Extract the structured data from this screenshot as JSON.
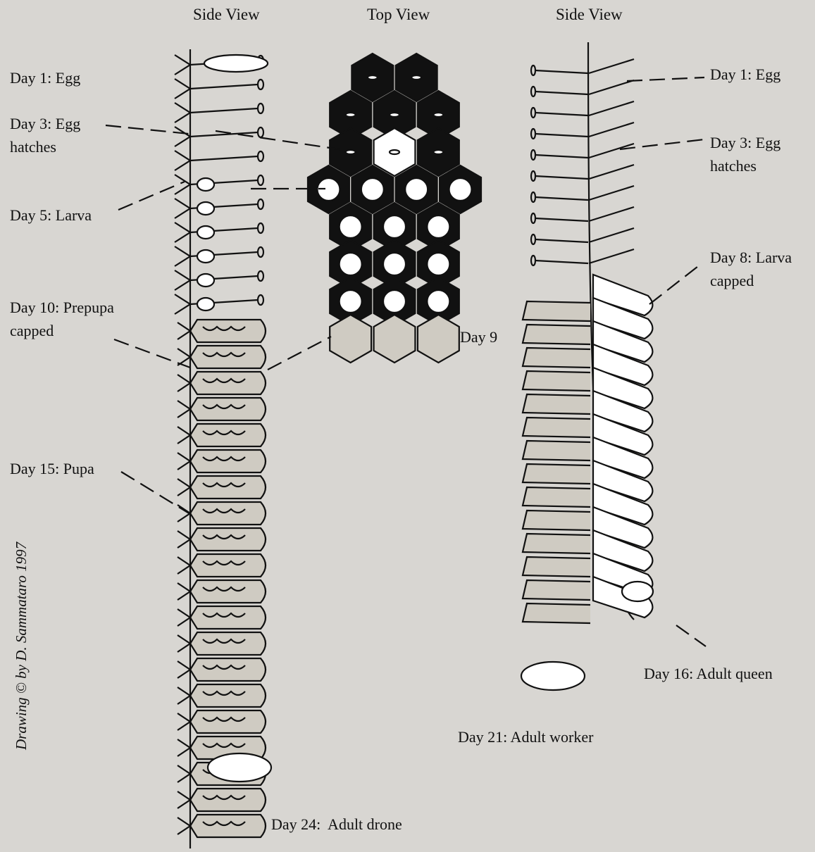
{
  "headers": {
    "side_view_left": "Side View",
    "top_view": "Top View",
    "side_view_right": "Side View"
  },
  "drone_labels": {
    "egg": "Day 1: Egg",
    "hatch_1": "Day 3: Egg",
    "hatch_2": "hatches",
    "larva": "Day 5: Larva",
    "prepupa_1": "Day 10: Prepupa",
    "prepupa_2": "capped",
    "pupa": "Day 15: Pupa",
    "adult": "Day 24:  Adult drone"
  },
  "top_labels": {
    "day9": "Day 9"
  },
  "worker_labels": {
    "egg": "Day 1: Egg",
    "hatch_1": "Day 3: Egg",
    "hatch_2": "hatches",
    "larva_1": "Day 8: Larva",
    "larva_2": "capped",
    "queen": "Day 16: Adult queen",
    "worker": "Day 21: Adult worker"
  },
  "credit": "Drawing © by D. Sammataro 1997",
  "colors": {
    "background": "#d8d6d2",
    "ink": "#111111",
    "capped_cell": "#cfcbc2"
  }
}
